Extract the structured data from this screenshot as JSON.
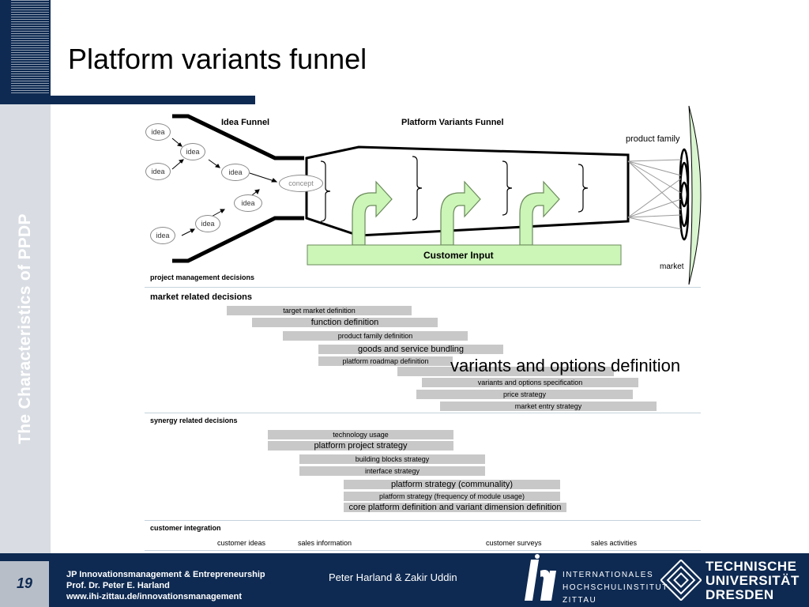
{
  "slide": {
    "title": "Platform variants funnel",
    "sidebar_title": "The Characteristics of PPDP",
    "page_number": "19"
  },
  "diagram": {
    "idea_funnel_label": "Idea Funnel",
    "platform_funnel_label": "Platform Variants   Funnel",
    "idea_label": "idea",
    "concept_label": "concept",
    "customer_input_label": "Customer Input",
    "product_family_label": "product family",
    "market_label": "market",
    "colors": {
      "arrow_fill": "#ccf5b8",
      "arrow_stroke": "#6a8a5a",
      "lens_fill": "#d9f5d0"
    }
  },
  "sections": {
    "project_management": "project management decisions",
    "market": {
      "heading": "market  related decisions",
      "bars": [
        "target market definition",
        "function definition",
        "product family definition",
        "goods and service bundling",
        "platform roadmap definition",
        "",
        "variants and options specification",
        "price strategy",
        "market entry strategy"
      ]
    },
    "overlay_text": "variants and options definition",
    "synergy": {
      "heading": "synergy related decisions",
      "bars": [
        "technology usage",
        "platform project strategy",
        "building blocks strategy",
        "interface   strategy",
        "platform strategy (communality)",
        "platform strategy (frequency of module usage)",
        "core platform definition and variant dimension definition"
      ]
    },
    "customer": {
      "heading": "customer integration",
      "items": [
        "customer ideas",
        "sales information",
        "customer surveys",
        "sales activities"
      ]
    }
  },
  "footer": {
    "line1": "JP Innovationsmanagement & Entrepreneurship",
    "line2": "Prof. Dr. Peter E. Harland",
    "line3": "www.ihi-zittau.de/innovationsmanagement",
    "authors": "Peter Harland & Zakir Uddin",
    "ihi_line1": "INTERNATIONALES",
    "ihi_line2": "HOCHSCHULINSTITUT",
    "ihi_line3": "ZITTAU",
    "tud_line1": "TECHNISCHE",
    "tud_line2": "UNIVERSITÄT",
    "tud_line3": "DRESDEN"
  }
}
